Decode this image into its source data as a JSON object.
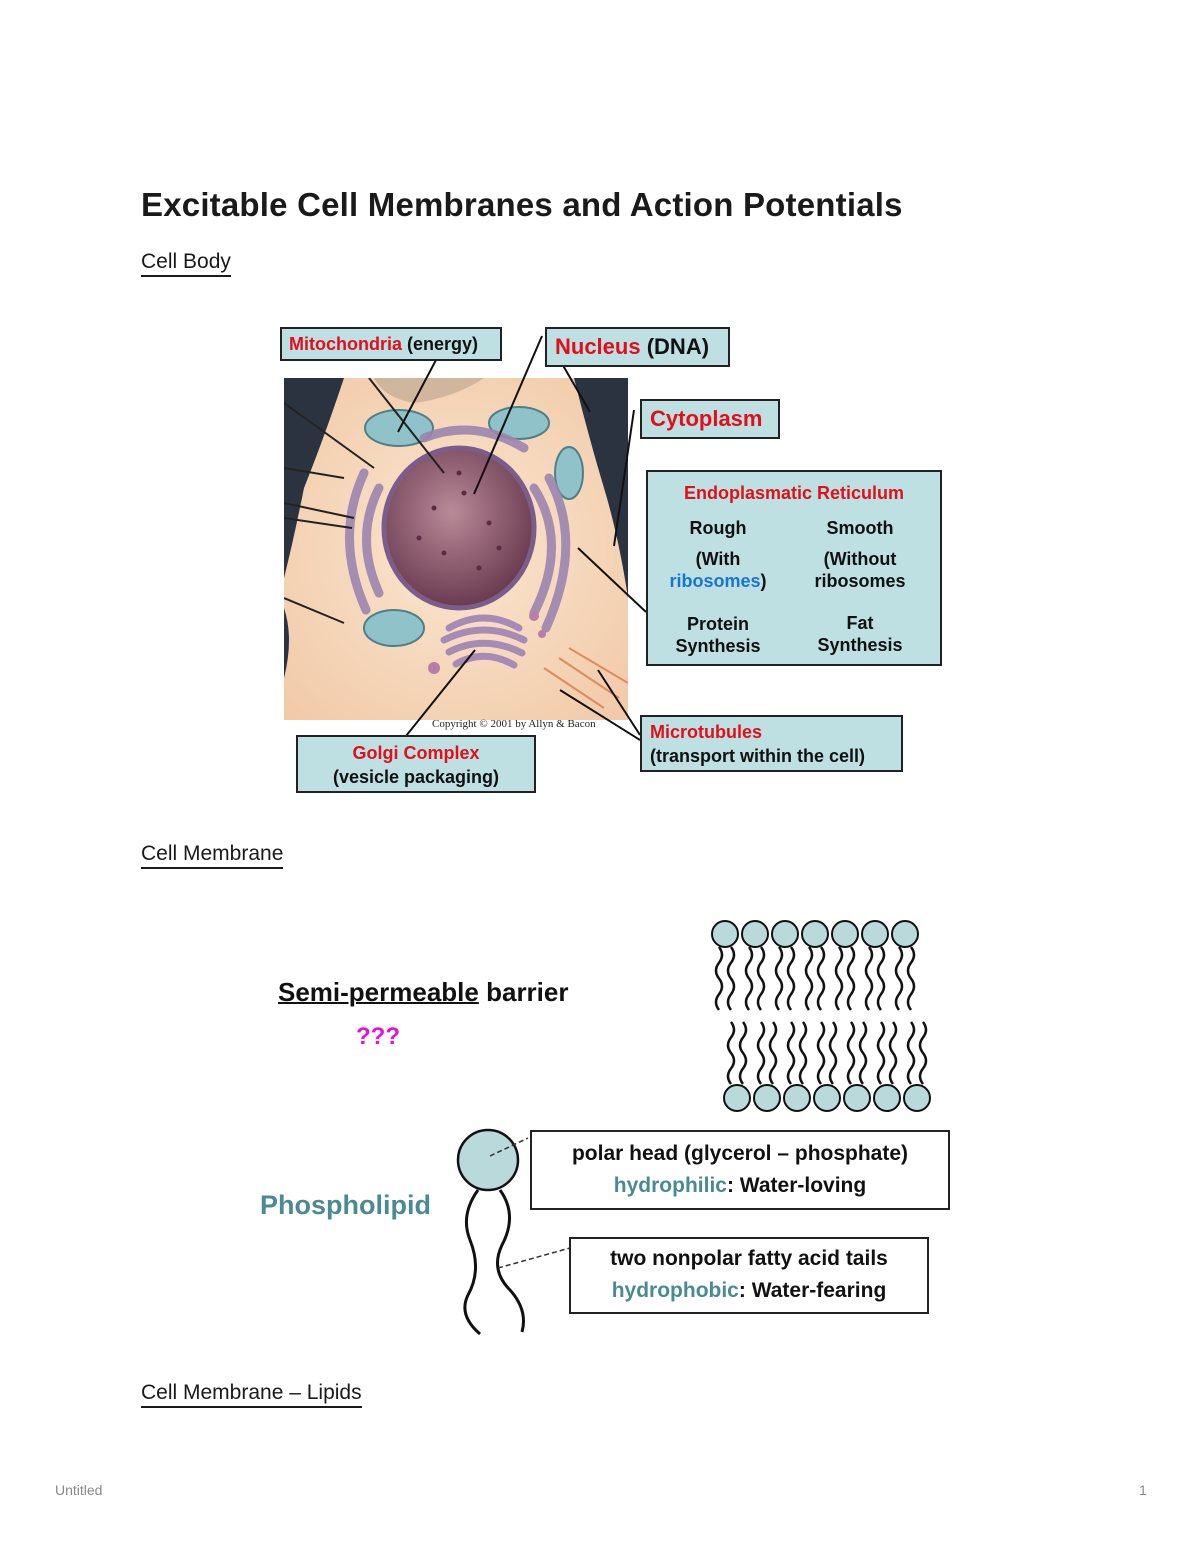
{
  "page": {
    "title": "Excitable Cell Membranes and Action Potentials",
    "footer_left": "Untitled",
    "footer_right": "1"
  },
  "sections": {
    "cell_body": "Cell Body",
    "cell_membrane": "Cell Membrane",
    "cell_membrane_lipids": "Cell Membrane – Lipids"
  },
  "cell_diagram": {
    "mitochondria": {
      "name": "Mitochondria",
      "desc": "(energy)"
    },
    "nucleus": {
      "name": "Nucleus",
      "desc": "(DNA)"
    },
    "cytoplasm": {
      "name": "Cytoplasm"
    },
    "er": {
      "title": "Endoplasmatic Reticulum",
      "rough": "Rough",
      "smooth": "Smooth",
      "rough_with": "(With",
      "rough_ribosomes": "ribosomes",
      "rough_close": ")",
      "smooth_without": "(Without",
      "smooth_ribosomes": "ribosomes",
      "rough_fn1": "Protein",
      "rough_fn2": "Synthesis",
      "smooth_fn1": "Fat",
      "smooth_fn2": "Synthesis"
    },
    "microtubules": {
      "name": "Microtubules",
      "desc": "(transport within the cell)"
    },
    "golgi": {
      "name": "Golgi Complex",
      "desc": "(vesicle packaging)"
    },
    "copyright": "Copyright © 2001 by Allyn & Bacon"
  },
  "membrane_diagram": {
    "barrier_underlined": "Semi-permeable",
    "barrier_rest": " barrier",
    "question": "???",
    "phospholipid": "Phospholipid",
    "head_line1": "polar head (glycerol – phosphate)",
    "head_term": "hydrophilic",
    "head_def": ": Water-loving",
    "tail_line1": "two nonpolar fatty acid tails",
    "tail_term": "hydrophobic",
    "tail_def": ": Water-fearing"
  },
  "colors": {
    "label_red": "#e0101a",
    "label_box_bg": "#bfe0e3",
    "ribosome_blue": "#1576d8",
    "term_teal": "#4a8a92",
    "question_magenta": "#e012e0"
  }
}
